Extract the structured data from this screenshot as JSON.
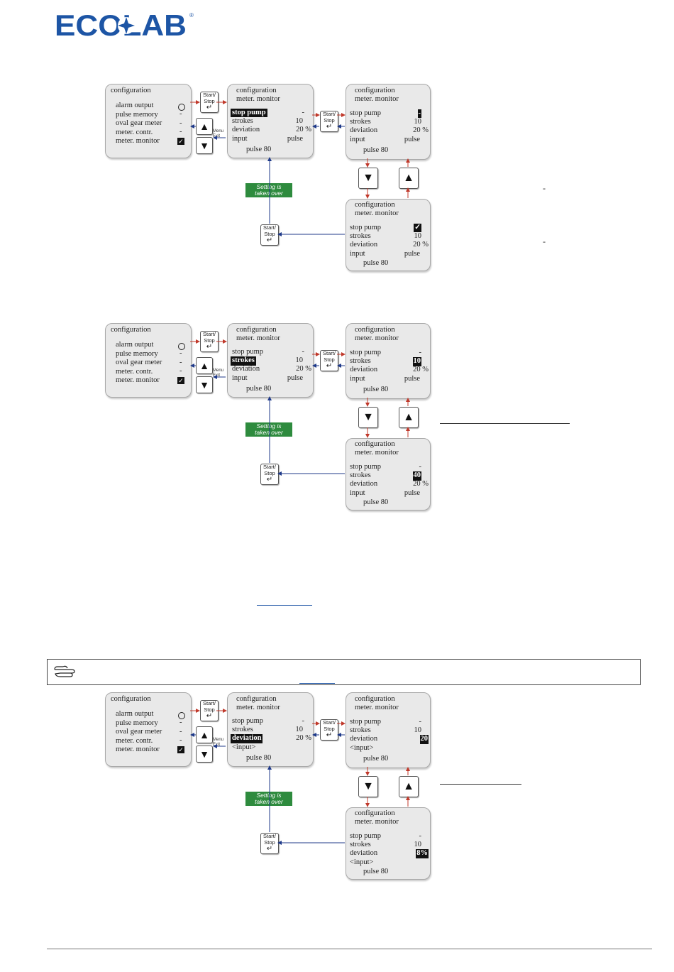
{
  "brand": {
    "logo_text": "ECOLAB",
    "color": "#1d55a5"
  },
  "screens": {
    "menu": {
      "title": "configuration",
      "items": [
        "alarm output",
        "pulse memory",
        "oval gear meter",
        "meter. contr.",
        "meter. monitor"
      ],
      "values": [
        "circle",
        "-",
        "-",
        "-",
        "checked"
      ]
    },
    "monitor_title": [
      "configuration",
      "meter. monitor"
    ],
    "row_labels": [
      "stop pump",
      "strokes",
      "deviation",
      "input"
    ],
    "row_labels_alt_input": "<input>",
    "footer": "pulse  80"
  },
  "buttons": {
    "start_stop": [
      "Start/",
      "Stop"
    ],
    "menu_exit": [
      "Menu",
      "Exit"
    ],
    "up": "▲",
    "down": "▼"
  },
  "green_label": [
    "Setting is",
    "taken over"
  ],
  "sections": [
    {
      "left_highlight": "stop pump",
      "left_values": [
        "-",
        "10",
        "20  %",
        "pulse"
      ],
      "right_top_values": [
        "-",
        "10",
        "20 %",
        "pulse"
      ],
      "right_bottom_values": [
        "✓",
        "10",
        "20 %",
        "pulse"
      ]
    },
    {
      "left_highlight": "strokes",
      "left_values": [
        "-",
        "10",
        "20  %",
        "pulse"
      ],
      "right_top_values": [
        "-",
        "10",
        "20 %",
        "pulse"
      ],
      "right_bottom_values": [
        "-",
        "40",
        "20 %",
        "pulse"
      ]
    },
    {
      "left_highlight": "deviation",
      "left_values": [
        "-",
        "10",
        "20  %",
        ""
      ],
      "right_top_values": [
        "-",
        "10",
        "20",
        ""
      ],
      "right_bottom_values": [
        "-",
        "10",
        "8%",
        ""
      ]
    }
  ],
  "side_dashes": [
    "-",
    "-"
  ],
  "note": {
    "icon": "pointing-hand-icon"
  }
}
